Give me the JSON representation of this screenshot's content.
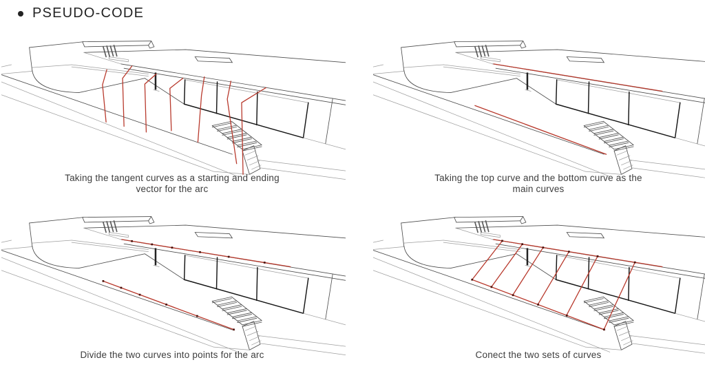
{
  "title": {
    "bullet_icon": "dot",
    "text": "PSEUDO-CODE"
  },
  "colors": {
    "accent_red": "#b8392c",
    "marker_dark": "#4a120c",
    "ink": "#3d3d3d",
    "title_ink": "#232323"
  },
  "panels": [
    {
      "id": "top-left",
      "overlay": "tangent-vectors",
      "caption": "Taking the tangent curves as a starting and ending vector for the arc",
      "caption_lines": [
        "Taking the tangent curves as a starting and ending",
        "vector for the arc"
      ]
    },
    {
      "id": "top-right",
      "overlay": "top-and-bottom-curves",
      "caption": "Taking the top curve and the bottom curve as the main curves",
      "caption_lines": [
        "Taking the top curve and the bottom curve as the",
        "main curves"
      ]
    },
    {
      "id": "bottom-left",
      "overlay": "curves-divided-into-points",
      "caption": "Divide the two curves into points for the arc",
      "caption_lines": [
        "Divide the two curves into points for the arc"
      ]
    },
    {
      "id": "bottom-right",
      "overlay": "connected-curve-sets",
      "caption": "Conect the two sets of curves",
      "caption_lines": [
        "Conect the two sets of curves"
      ]
    }
  ]
}
